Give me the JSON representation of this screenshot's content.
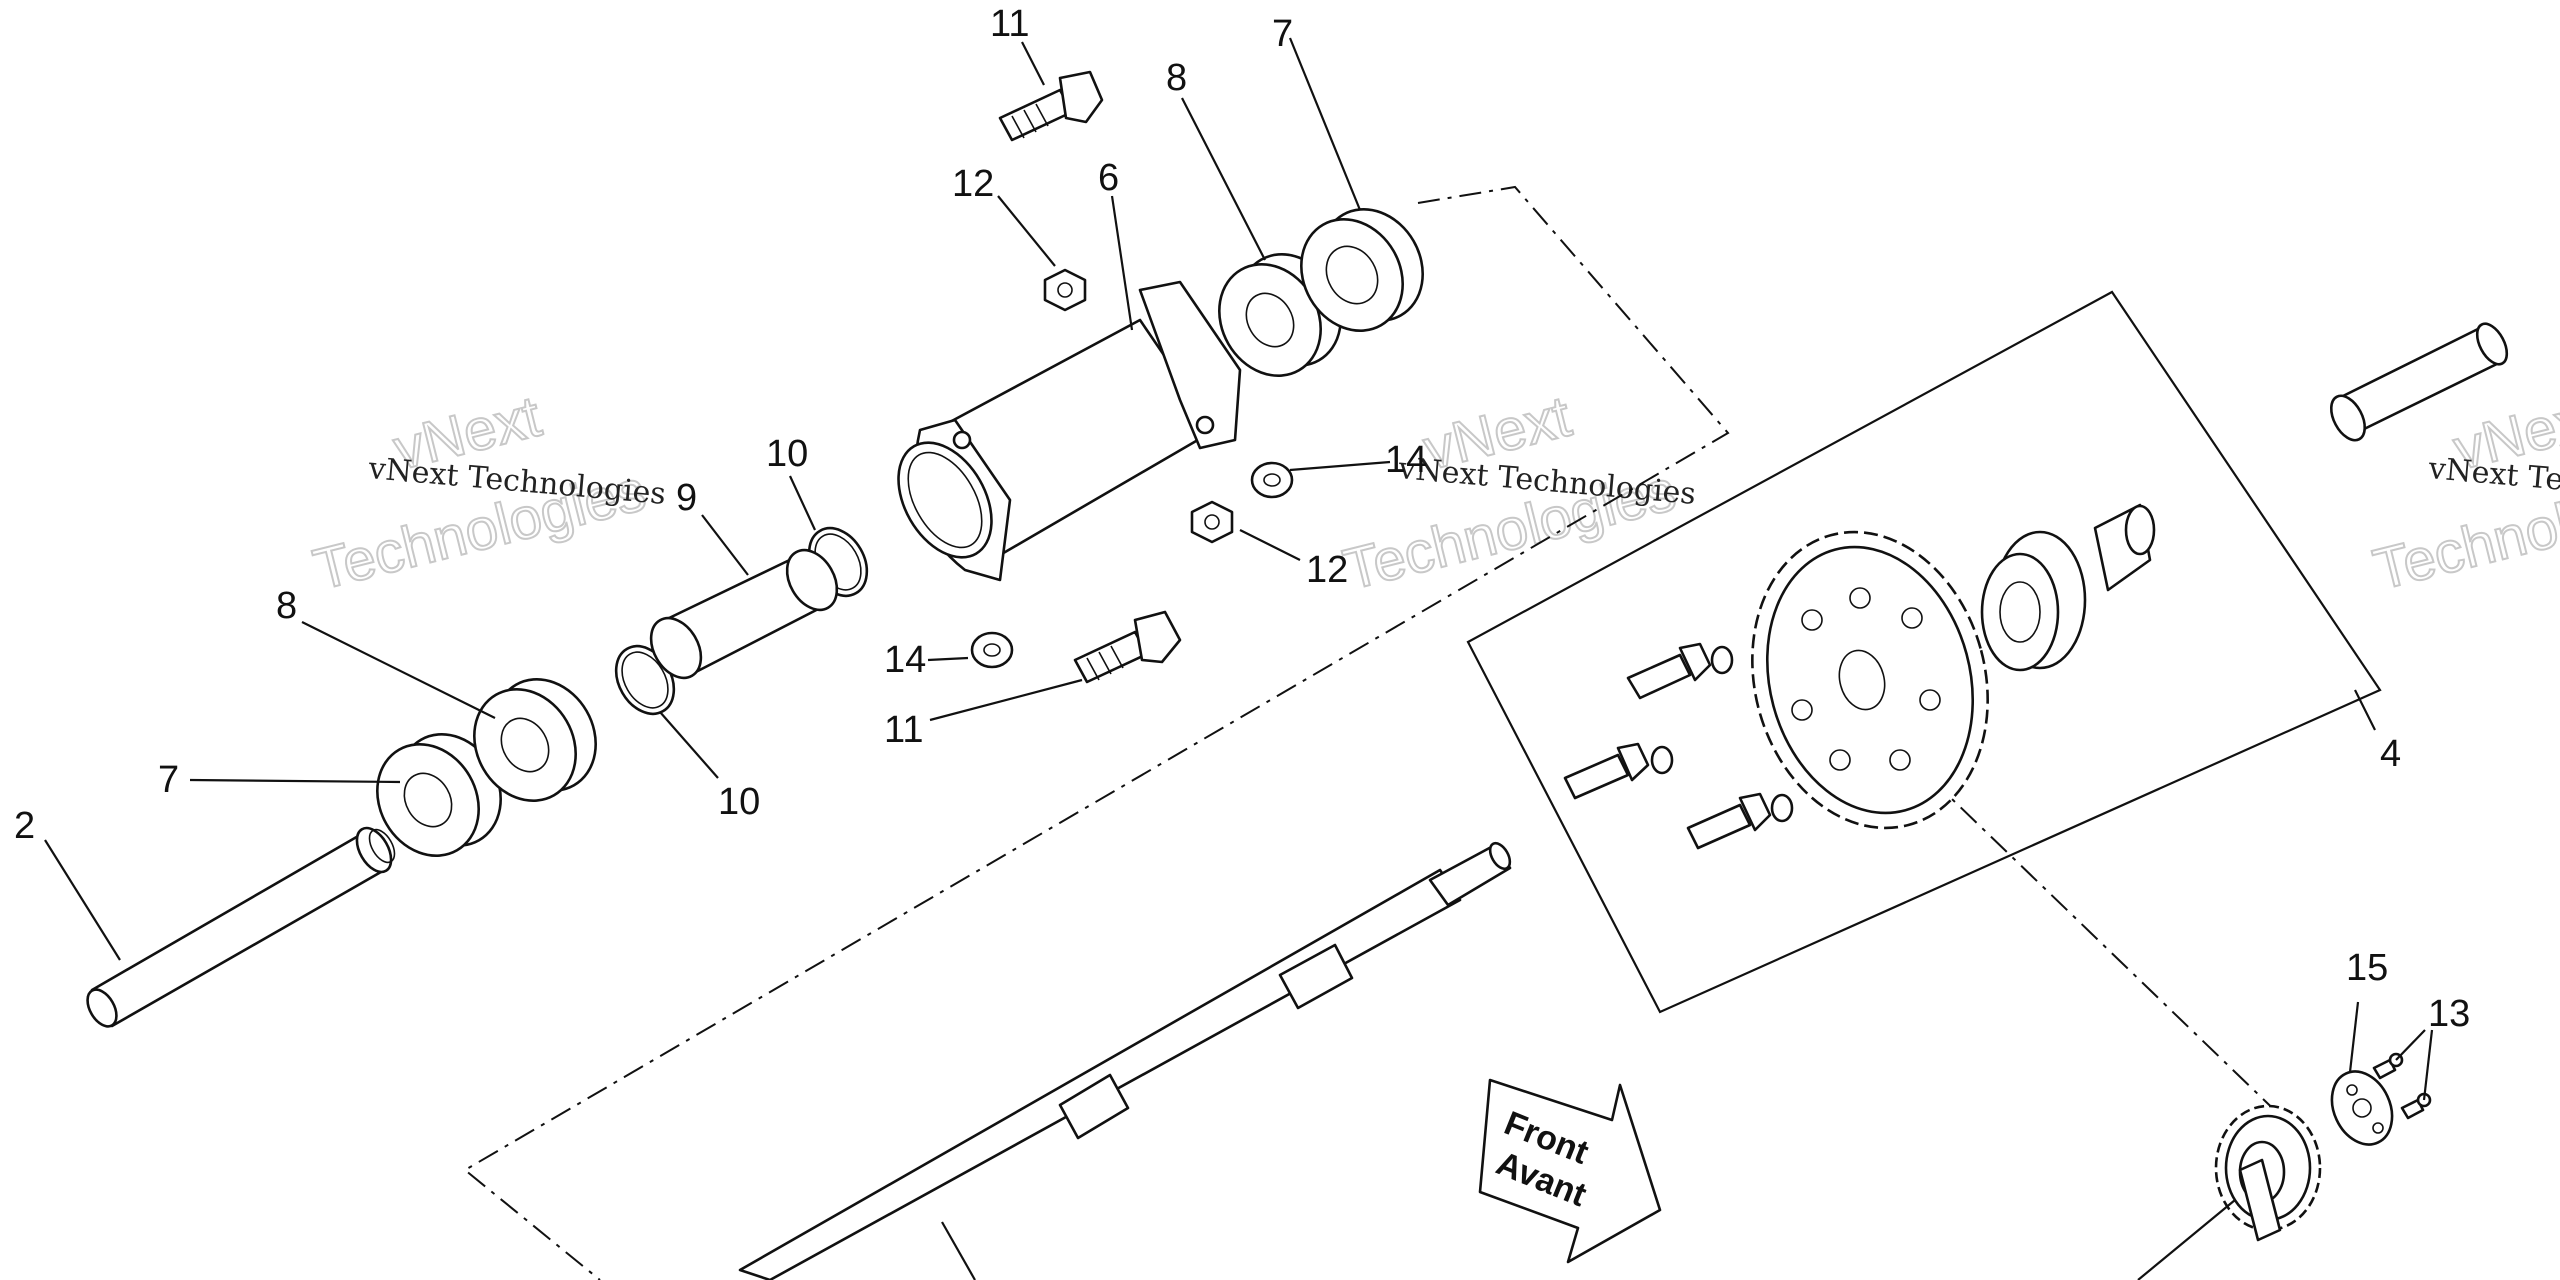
{
  "callouts": [
    {
      "id": "c-11-top",
      "text": "11"
    },
    {
      "id": "c-8-top",
      "text": "8"
    },
    {
      "id": "c-7-top",
      "text": "7"
    },
    {
      "id": "c-12-top",
      "text": "12"
    },
    {
      "id": "c-6",
      "text": "6"
    },
    {
      "id": "c-14-right",
      "text": "14"
    },
    {
      "id": "c-12-mid",
      "text": "12"
    },
    {
      "id": "c-10-top",
      "text": "10"
    },
    {
      "id": "c-9",
      "text": "9"
    },
    {
      "id": "c-8-left",
      "text": "8"
    },
    {
      "id": "c-7-left",
      "text": "7"
    },
    {
      "id": "c-14-left",
      "text": "14"
    },
    {
      "id": "c-11-mid",
      "text": "11"
    },
    {
      "id": "c-10-bottom",
      "text": "10"
    },
    {
      "id": "c-2",
      "text": "2"
    },
    {
      "id": "c-4",
      "text": "4"
    },
    {
      "id": "c-15",
      "text": "15"
    },
    {
      "id": "c-13",
      "text": "13"
    }
  ],
  "watermarks": {
    "brand_top": "vNext",
    "brand_bottom": "Technologies",
    "company": "vNext Technologies"
  },
  "direction_arrow": {
    "line1": "Front",
    "line2": "Avant"
  },
  "colors": {
    "ink": "#111111",
    "watermark": "#c8c8c8",
    "background": "#ffffff"
  }
}
